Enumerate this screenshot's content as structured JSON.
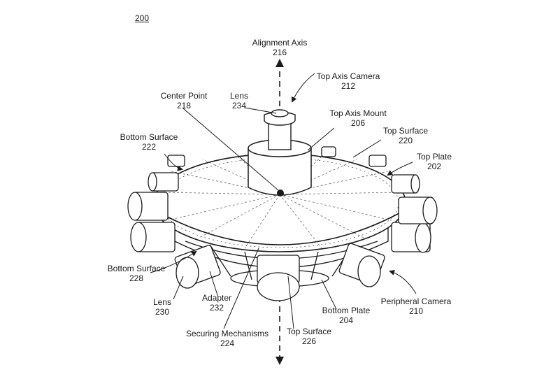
{
  "figure_number": "200",
  "labels": {
    "alignment_axis": {
      "name": "Alignment Axis",
      "ref": "216"
    },
    "top_axis_camera": {
      "name": "Top Axis Camera",
      "ref": "212"
    },
    "center_point": {
      "name": "Center Point",
      "ref": "218"
    },
    "lens_top": {
      "name": "Lens",
      "ref": "234"
    },
    "top_axis_mount": {
      "name": "Top Axis Mount",
      "ref": "206"
    },
    "top_surface_220": {
      "name": "Top Surface",
      "ref": "220"
    },
    "top_plate": {
      "name": "Top Plate",
      "ref": "202"
    },
    "bottom_surface_222": {
      "name": "Bottom Surface",
      "ref": "222"
    },
    "bottom_surface_228": {
      "name": "Bottom Surface",
      "ref": "228"
    },
    "lens_230": {
      "name": "Lens",
      "ref": "230"
    },
    "adapter": {
      "name": "Adapter",
      "ref": "232"
    },
    "securing_mechanisms": {
      "name": "Securing Mechanisms",
      "ref": "224"
    },
    "top_surface_226": {
      "name": "Top Surface",
      "ref": "226"
    },
    "bottom_plate": {
      "name": "Bottom Plate",
      "ref": "204"
    },
    "peripheral_camera": {
      "name": "Peripheral Camera",
      "ref": "210"
    }
  },
  "colors": {
    "line": "#1a1a1a",
    "background": "#ffffff"
  }
}
